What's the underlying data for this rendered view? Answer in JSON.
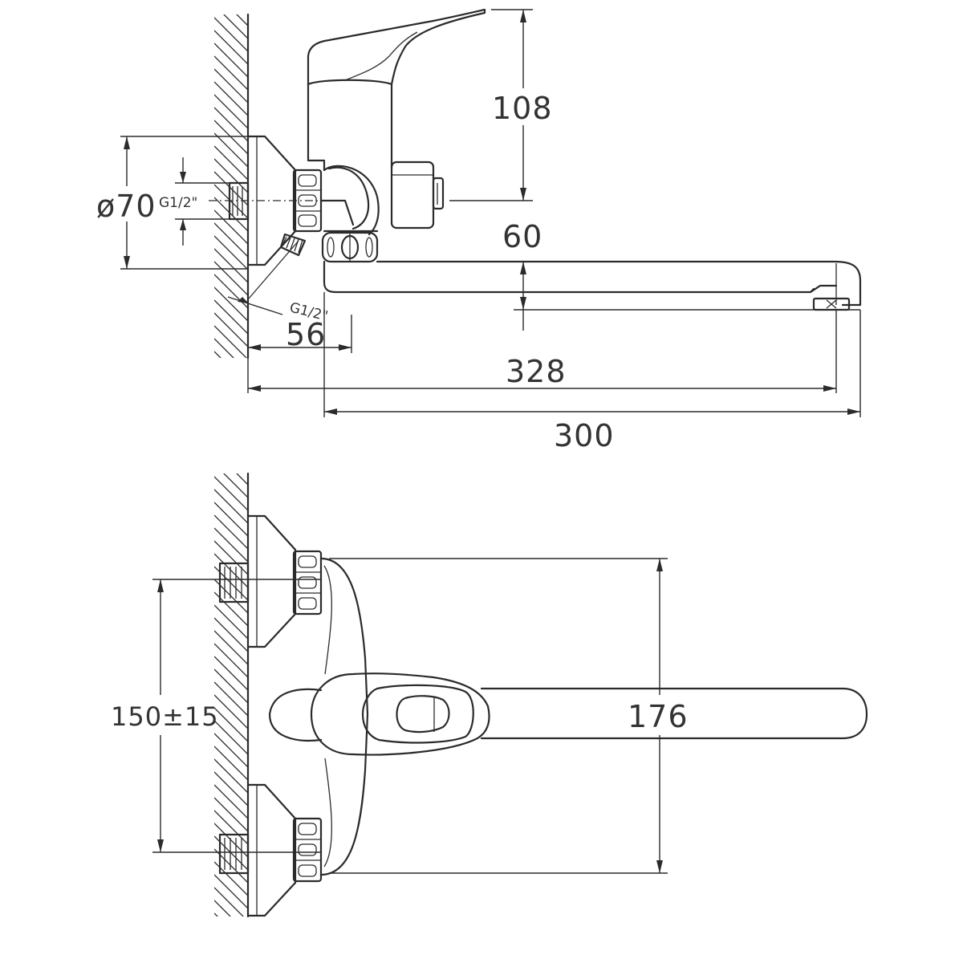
{
  "top_view": {
    "dims": {
      "height_108": "108",
      "diameter_70": "ø70",
      "thread_inlet": "G1/2\"",
      "spout_drop_60": "60",
      "thread_outlet": "G1/2\"",
      "offset_56": "56",
      "length_328": "328",
      "length_300": "300"
    }
  },
  "front_view": {
    "dims": {
      "centers": "150±15",
      "depth_176": "176"
    }
  },
  "colors": {
    "line": "#2b2b2b",
    "background": "#ffffff"
  }
}
